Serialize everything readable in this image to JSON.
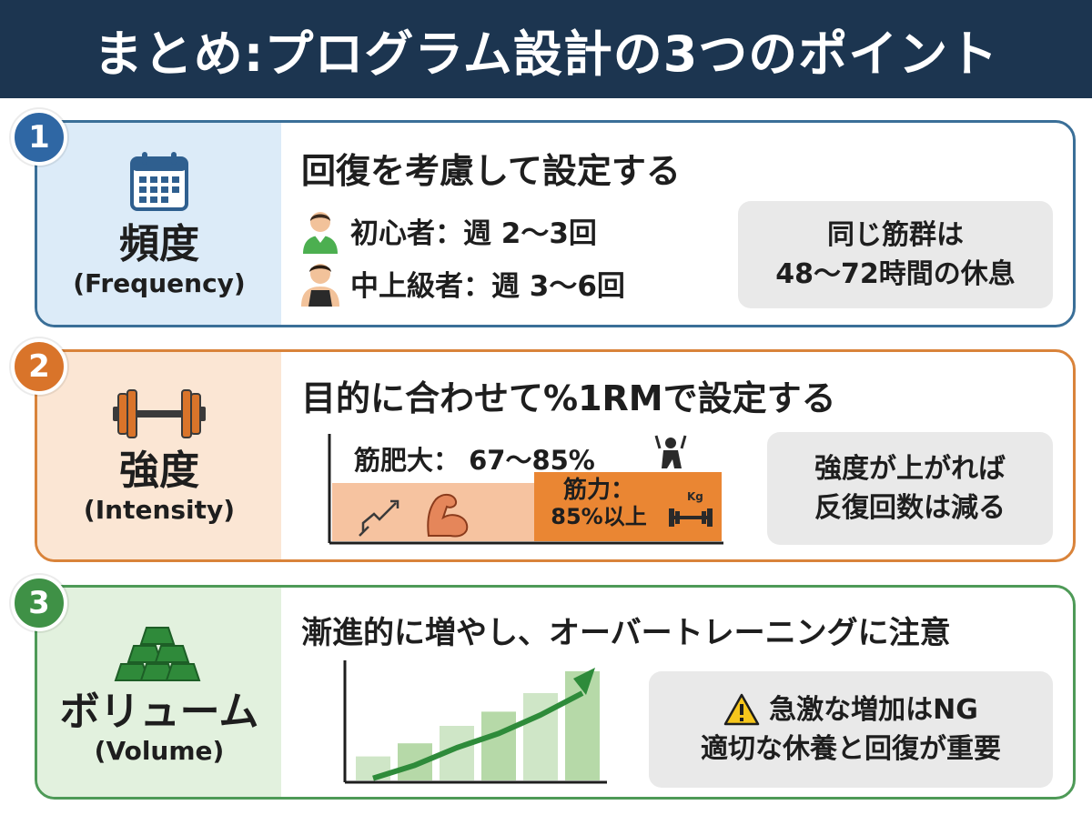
{
  "header": {
    "title": "まとめ:プログラム設計の3つのポイント"
  },
  "sections": [
    {
      "number": "1",
      "title": "頻度",
      "subtitle": "(Frequency)",
      "icon": "calendar-icon",
      "heading": "回復を考慮して設定する",
      "rows": [
        {
          "icon": "beginner-person-icon",
          "text": "初心者：週 2〜3回"
        },
        {
          "icon": "advanced-person-icon",
          "text": "中上級者：週 3〜6回"
        }
      ],
      "note": {
        "line1": "同じ筋群は",
        "line2": "48〜72時間の休息"
      },
      "color": "#2f67a4"
    },
    {
      "number": "2",
      "title": "強度",
      "subtitle": "(Intensity)",
      "icon": "dumbbell-icon",
      "heading": "目的に合わせて%1RMで設定する",
      "hypertrophy": "筋肥大： 67〜85%",
      "strength": {
        "line1": "筋力：",
        "line2": "85%以上",
        "weight_tag": "Kg"
      },
      "note": {
        "line1": "強度が上がれば",
        "line2": "反復回数は減る"
      },
      "color": "#d9742a"
    },
    {
      "number": "3",
      "title": "ボリューム",
      "subtitle": "(Volume)",
      "icon": "gold-bars-icon",
      "heading": "漸進的に増やし、オーバートレーニングに注意",
      "bars": [
        0.22,
        0.34,
        0.5,
        0.63,
        0.8,
        1.0
      ],
      "note": {
        "line1": "急激な増加はNG",
        "line2": "適切な休養と回復が重要"
      },
      "color": "#3f9146"
    }
  ]
}
